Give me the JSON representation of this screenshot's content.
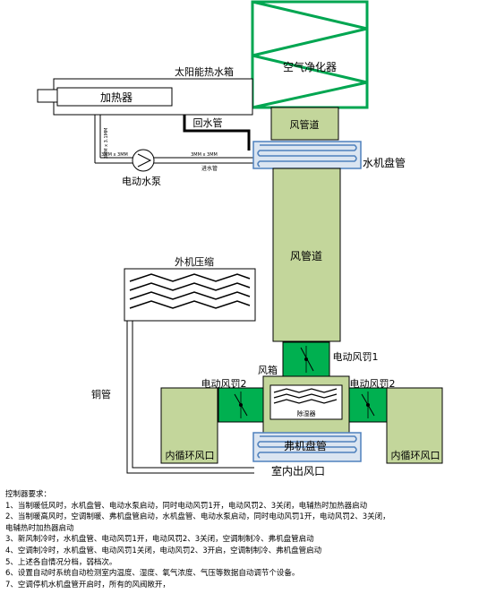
{
  "colors": {
    "green": "#00a651",
    "olive": "#c3d69b",
    "blue": "#4f81bd",
    "light_blue": "#dbe5f1",
    "damper_green": "#00b050",
    "line": "#000000"
  },
  "labels": {
    "air_purifier": "空气净化器",
    "solar_tank": "太阳能热水箱",
    "heater": "加热器",
    "return_pipe": "回水管",
    "duct_top": "风管道",
    "water_coil": "水机盘管",
    "pump": "电动水泵",
    "supply_pipe": "进水管",
    "pipe_size_1": "3MM x 3MM",
    "pipe_size_2": "3MM x 3MM",
    "pipe_size_v": "3MM x 3.1MM",
    "duct_main": "风管道",
    "outdoor_unit": "外机压缩",
    "copper_pipe": "铜管",
    "damper_1": "电动风罚1",
    "damper_2_left": "电动风罚2",
    "damper_2_right": "电动风罚2",
    "air_box": "风箱",
    "dehumidifier": "除湿器",
    "fluorine_coil": "弗机盘管",
    "indoor_outlet": "室内出风口",
    "inner_loop_left": "内循环风口",
    "inner_loop_right": "内循环风口"
  },
  "notes": {
    "title": "控制器要求：",
    "items": [
      "1、当制暖低风时，水机盘管、电动水泵启动，同时电动风罚1开，电动风罚2、3关闭，电辅热时加热器启动",
      "2、当制暖高风时，空调制暖、弗机盘管启动，水机盘管、电动水泵启动，同时电动风罚1开，电动风罚2、3关闭，",
      "    电辅热时加热器启动",
      "3、新风制冷时，水机盘管、电动风罚1开，电动风罚2、3关闭，空调制制冷、弗机盘管启动",
      "4、空调制冷时，水机盘管、电动风罚1关闭，电动风罚2、3开启，空调制制冷、弗机盘管启动",
      "5、上述各自情况分档，弱档次。",
      "6、设置自动时系统自动检测室内温度、湿度、氧气浓度、气压等数据自动调节个设备。",
      "7、空调停机水机盘管开启时，所有的风阀敞开，"
    ]
  }
}
